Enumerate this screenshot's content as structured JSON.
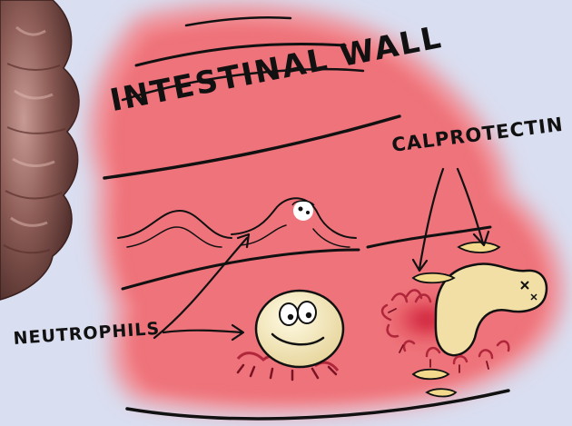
{
  "labels": {
    "intestinal_wall": "INTESTINAL WALL",
    "calprotectin": "CALPROTECTIN",
    "neutrophils": "NEUTROPHILS"
  },
  "colors": {
    "background": "#d9def0",
    "tissue_glow": "#f07f86",
    "tissue_core": "#ee6b73",
    "neutrophil_body": "#f2e7b8",
    "calprotectin": "#f2d98c",
    "colon": "#8a5a55",
    "ink": "#111111"
  }
}
